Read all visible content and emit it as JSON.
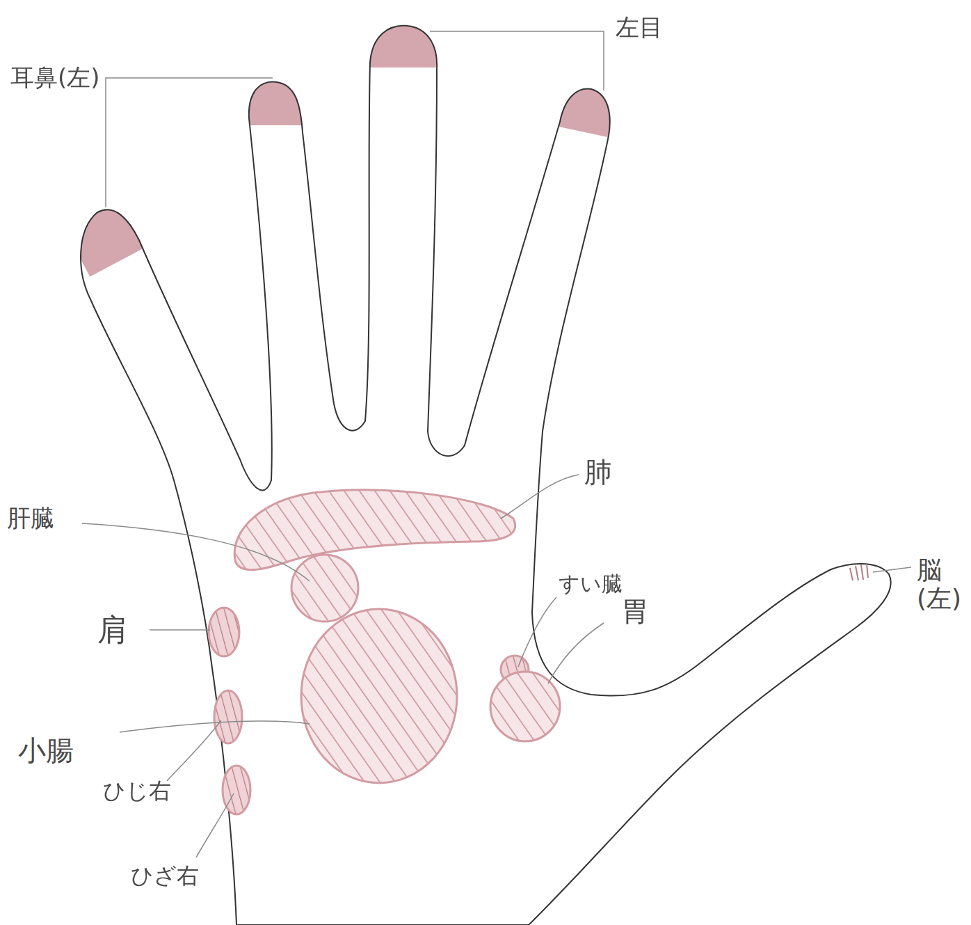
{
  "diagram": {
    "labels": [
      "耳鼻(左)",
      "左目",
      "肺",
      "肝臓",
      "肩",
      "すい臓",
      "胃",
      "脳 (左)",
      "小腸",
      "ひじ右",
      "ひざ右"
    ]
  }
}
